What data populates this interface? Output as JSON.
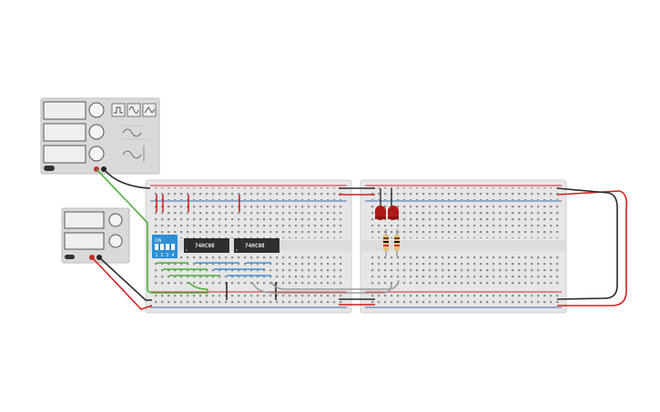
{
  "function_generator": {
    "name": "function-generator",
    "waveforms": [
      "square-wave-icon",
      "sine-wave-icon",
      "triangle-wave-icon"
    ]
  },
  "power_supply": {
    "name": "dc-power-supply"
  },
  "dip_switch": {
    "label": "ON",
    "numbers": [
      "1",
      "2",
      "3",
      "4"
    ],
    "color": "#2d8fd5"
  },
  "chips": [
    {
      "label": "74HC08"
    },
    {
      "label": "74HC08"
    }
  ],
  "leds": {
    "count": 2,
    "color": "#b01818"
  },
  "resistors": {
    "count": 2
  },
  "colors": {
    "breadboard": "#e6e6e6",
    "rail_red": "#d42a2a",
    "rail_blue": "#3a6fb0",
    "wire_red": "#d21f1f",
    "wire_black": "#2a2a2a",
    "wire_green": "#4caf3a",
    "wire_blue": "#3d8fd8",
    "wire_grey": "#9a9a9a",
    "chip": "#2e2e2e"
  }
}
